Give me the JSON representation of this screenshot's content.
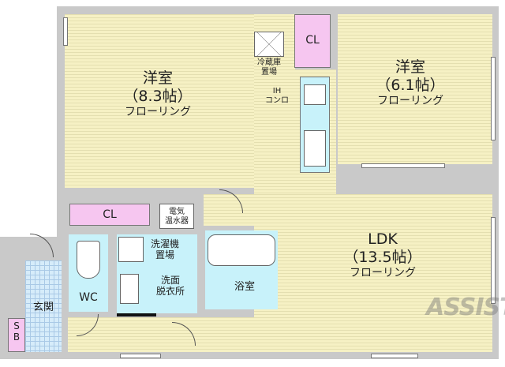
{
  "rooms": {
    "western_left": {
      "name": "洋室",
      "size": "（8.3帖）",
      "floor": "フローリング"
    },
    "western_right": {
      "name": "洋室",
      "size": "（6.1帖）",
      "floor": "フローリング"
    },
    "ldk": {
      "name": "LDK",
      "size": "（13.5帖）",
      "floor": "フローリング"
    },
    "closet_left": "CL",
    "closet_right": "CL",
    "fridge": "冷蔵庫\n置場",
    "stove": "IH\nコンロ",
    "water_heater": "電気\n温水器",
    "washer": "洗濯機\n置場",
    "washroom": "洗面\n脱衣所",
    "bath": "浴室",
    "wc": "WC",
    "entrance": "玄関",
    "shoe_box": "S\nB"
  },
  "logo": "ASSIST",
  "colors": {
    "floor": "#f6f1c4",
    "wet_area": "#c8f2fa",
    "closet": "#f6c6f0",
    "wall": "#c9c9c9",
    "entrance": "#d6ecfa"
  }
}
